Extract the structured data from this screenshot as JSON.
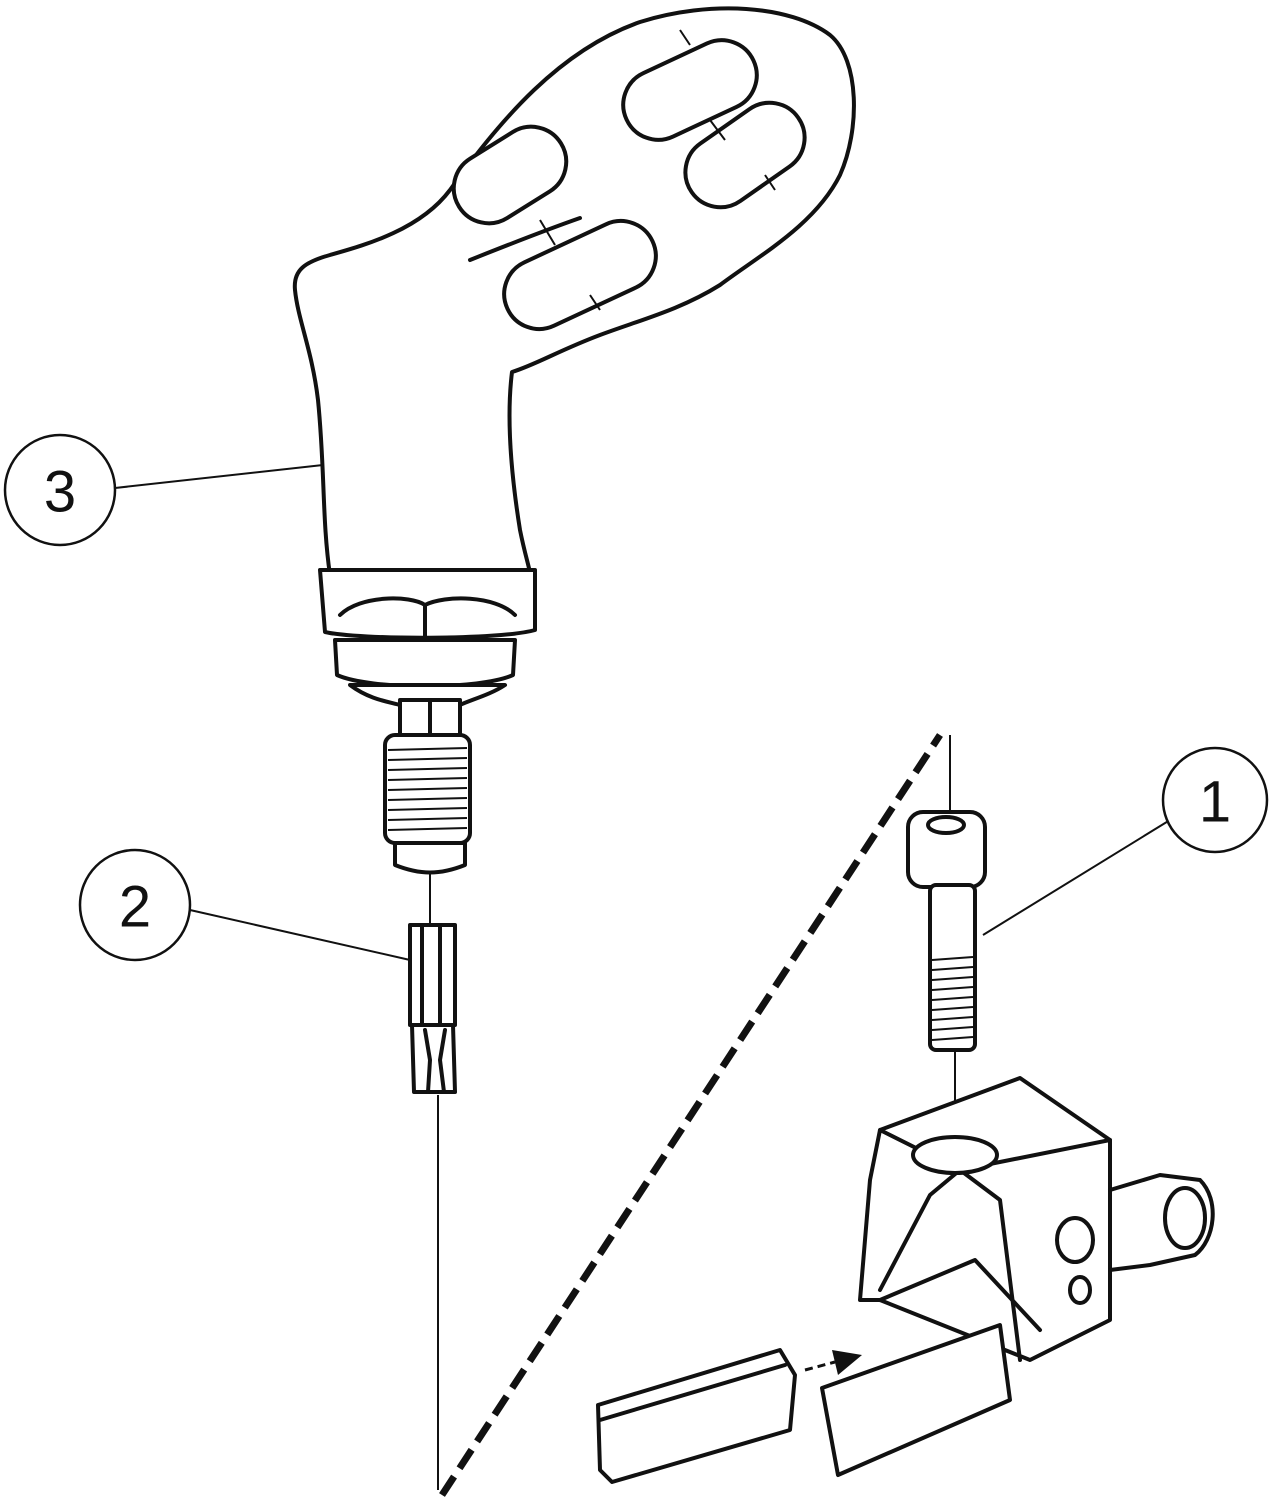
{
  "diagram": {
    "callouts": [
      {
        "label": "1",
        "part": "screw"
      },
      {
        "label": "2",
        "part": "torx-bit"
      },
      {
        "label": "3",
        "part": "torque-handle"
      }
    ]
  }
}
